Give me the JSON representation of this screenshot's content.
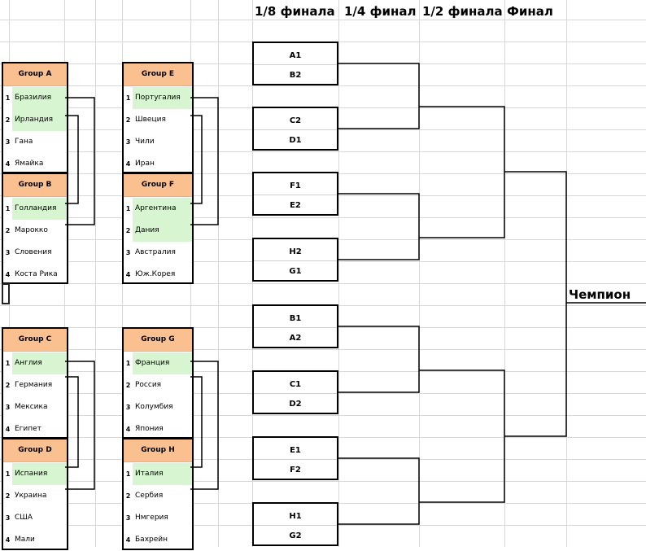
{
  "stages": {
    "r16": "1/8 финала",
    "qf": "1/4 финал",
    "sf": "1/2 финала",
    "final": "Финал"
  },
  "champion_label": "Чемпион",
  "groups": {
    "a": {
      "name": "Group A",
      "teams": [
        {
          "pos": "1",
          "name": "Бразилия"
        },
        {
          "pos": "2",
          "name": "Ирландия"
        },
        {
          "pos": "3",
          "name": "Гана"
        },
        {
          "pos": "4",
          "name": "Ямайка"
        }
      ]
    },
    "b": {
      "name": "Group B",
      "teams": [
        {
          "pos": "1",
          "name": "Голландия"
        },
        {
          "pos": "2",
          "name": "Марокко"
        },
        {
          "pos": "3",
          "name": "Словения"
        },
        {
          "pos": "4",
          "name": "Коста Рика"
        }
      ]
    },
    "c": {
      "name": "Group C",
      "teams": [
        {
          "pos": "1",
          "name": "Англия"
        },
        {
          "pos": "2",
          "name": "Германия"
        },
        {
          "pos": "3",
          "name": "Мексика"
        },
        {
          "pos": "4",
          "name": "Египет"
        }
      ]
    },
    "d": {
      "name": "Group D",
      "teams": [
        {
          "pos": "1",
          "name": "Испания"
        },
        {
          "pos": "2",
          "name": "Украина"
        },
        {
          "pos": "3",
          "name": "США"
        },
        {
          "pos": "4",
          "name": "Мали"
        }
      ]
    },
    "e": {
      "name": "Group E",
      "teams": [
        {
          "pos": "1",
          "name": "Португалия"
        },
        {
          "pos": "2",
          "name": "Швеция"
        },
        {
          "pos": "3",
          "name": "Чили"
        },
        {
          "pos": "4",
          "name": "Иран"
        }
      ]
    },
    "f": {
      "name": "Group F",
      "teams": [
        {
          "pos": "1",
          "name": "Аргентина"
        },
        {
          "pos": "2",
          "name": "Дания"
        },
        {
          "pos": "3",
          "name": "Австралия"
        },
        {
          "pos": "4",
          "name": "Юж.Корея"
        }
      ]
    },
    "g": {
      "name": "Group G",
      "teams": [
        {
          "pos": "1",
          "name": "Франция"
        },
        {
          "pos": "2",
          "name": "Россия"
        },
        {
          "pos": "3",
          "name": "Колумбия"
        },
        {
          "pos": "4",
          "name": "Япония"
        }
      ]
    },
    "h": {
      "name": "Group H",
      "teams": [
        {
          "pos": "1",
          "name": "Италия"
        },
        {
          "pos": "2",
          "name": "Сербия"
        },
        {
          "pos": "3",
          "name": "Нмгерия"
        },
        {
          "pos": "4",
          "name": "Бахрейн"
        }
      ]
    }
  },
  "round_of_16": [
    {
      "top": "A1",
      "bottom": "B2"
    },
    {
      "top": "C2",
      "bottom": "D1"
    },
    {
      "top": "F1",
      "bottom": "E2"
    },
    {
      "top": "H2",
      "bottom": "G1"
    },
    {
      "top": "B1",
      "bottom": "A2"
    },
    {
      "top": "C1",
      "bottom": "D2"
    },
    {
      "top": "E1",
      "bottom": "F2"
    },
    {
      "top": "H1",
      "bottom": "G2"
    }
  ],
  "colors": {
    "group_header": "#fac090",
    "advancing_cell": "#d7f5d0",
    "gridline": "#d8d8d8"
  }
}
